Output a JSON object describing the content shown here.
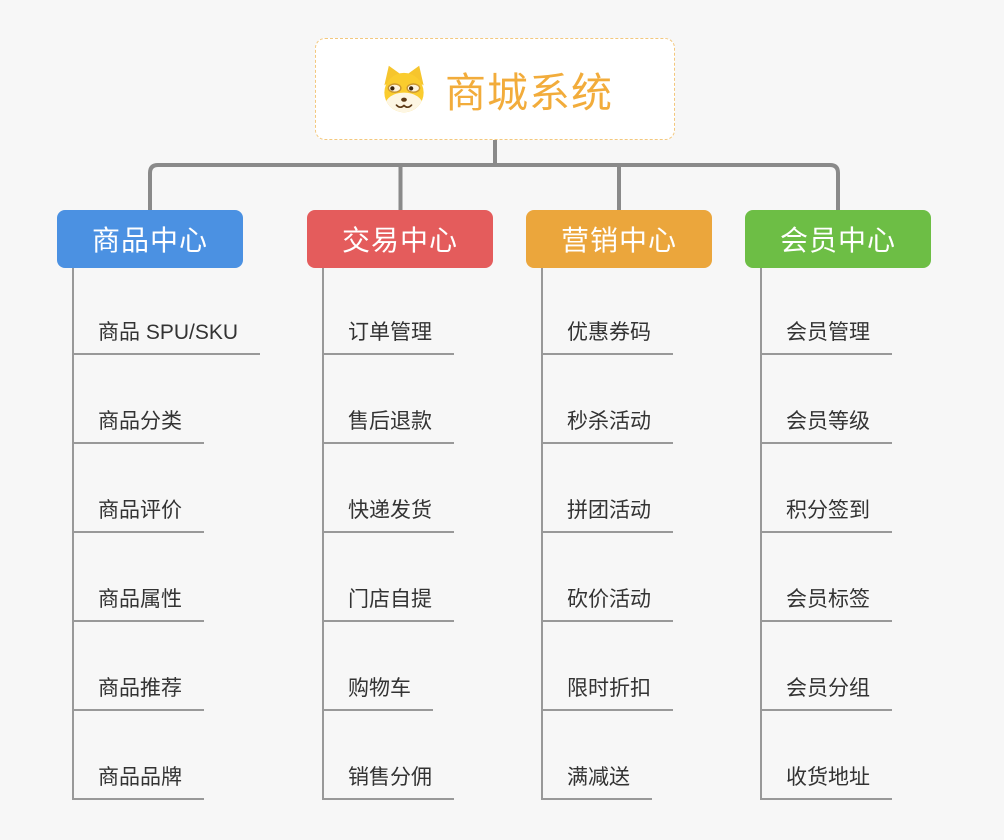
{
  "page": {
    "background_color": "#f7f7f7",
    "connector_color": "#8a8a8a",
    "child_line_color": "#999999"
  },
  "root": {
    "title": "商城系统",
    "icon": "shiba-dog-icon",
    "text_color": "#f2ac3b",
    "border_color": "#f3c87e"
  },
  "branches": [
    {
      "label": "商品中心",
      "color": "#4b91e2",
      "children": [
        "商品 SPU/SKU",
        "商品分类",
        "商品评价",
        "商品属性",
        "商品推荐",
        "商品品牌"
      ]
    },
    {
      "label": "交易中心",
      "color": "#e45c5c",
      "children": [
        "订单管理",
        "售后退款",
        "快递发货",
        "门店自提",
        "购物车",
        "销售分佣"
      ]
    },
    {
      "label": "营销中心",
      "color": "#eba63c",
      "children": [
        "优惠券码",
        "秒杀活动",
        "拼团活动",
        "砍价活动",
        "限时折扣",
        "满减送"
      ]
    },
    {
      "label": "会员中心",
      "color": "#6dbe45",
      "children": [
        "会员管理",
        "会员等级",
        "积分签到",
        "会员标签",
        "会员分组",
        "收货地址"
      ]
    }
  ]
}
